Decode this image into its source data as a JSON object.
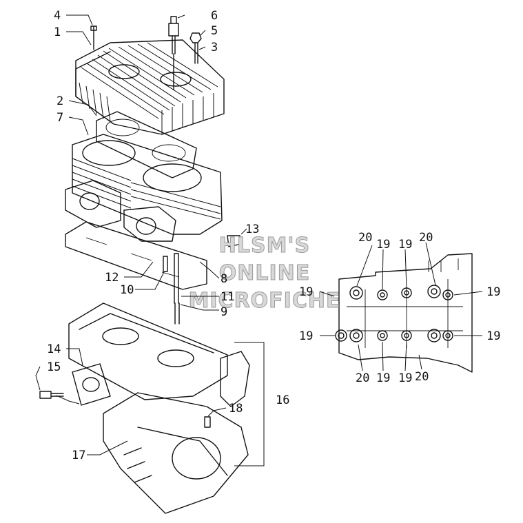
{
  "callouts": {
    "c1": "1",
    "c2": "2",
    "c3": "3",
    "c4": "4",
    "c5": "5",
    "c6": "6",
    "c7": "7",
    "c8": "8",
    "c9": "9",
    "c10": "10",
    "c11": "11",
    "c12": "12",
    "c13": "13",
    "c14": "14",
    "c15": "15",
    "c16": "16",
    "c17": "17",
    "c18": "18"
  },
  "inset_callouts": {
    "t20a": "20",
    "t19a": "19",
    "t19b": "19",
    "t20b": "20",
    "r19a": "19",
    "r19b": "19",
    "l19a": "19",
    "l19b": "19",
    "b20a": "20",
    "b19a": "19",
    "b19b": "19",
    "b20b": "20"
  },
  "watermark": {
    "line1": "HLSM'S",
    "line2": "ONLINE",
    "line3": "MICROFICHE"
  }
}
